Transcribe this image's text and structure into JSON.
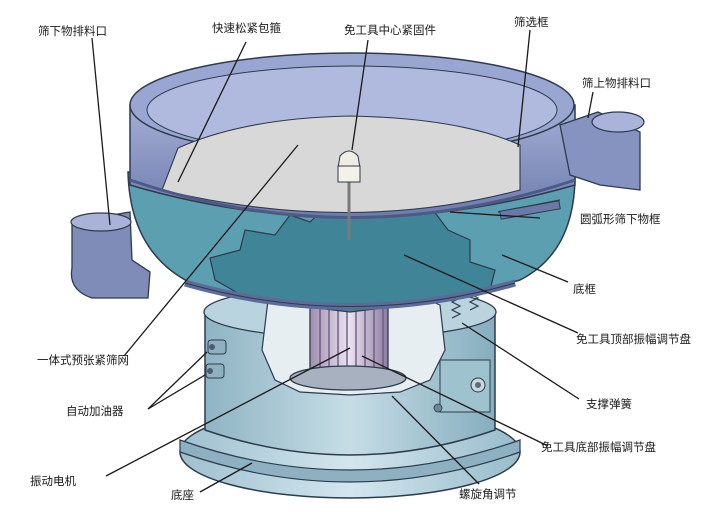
{
  "labels": {
    "undersize_outlet": "筛下物排料口",
    "quick_clamp": "快速松紧包箍",
    "center_fastener": "免工具中心紧固件",
    "screen_frame": "筛选框",
    "oversize_outlet": "筛上物排料口",
    "arc_frame": "圆弧形筛下物框",
    "bottom_frame": "底框",
    "top_amp_plate": "免工具顶部振幅调节盘",
    "pretension_screen": "一体式预张紧筛网",
    "support_spring": "支撑弹簧",
    "auto_oiler": "自动加油器",
    "bottom_amp_plate": "免工具底部振幅调节盘",
    "vibration_motor": "振动电机",
    "base": "底座",
    "helix_angle": "螺旋角调节"
  },
  "colors": {
    "outline": "#2d3b4c",
    "frame": "#8794c0",
    "frame_dark": "#5d6b9a",
    "screen": "#d6d6d6",
    "under": "#4f94a6",
    "body": "#a6c7d3",
    "base": "#b7d2de",
    "motor": "#c8b7d3"
  }
}
